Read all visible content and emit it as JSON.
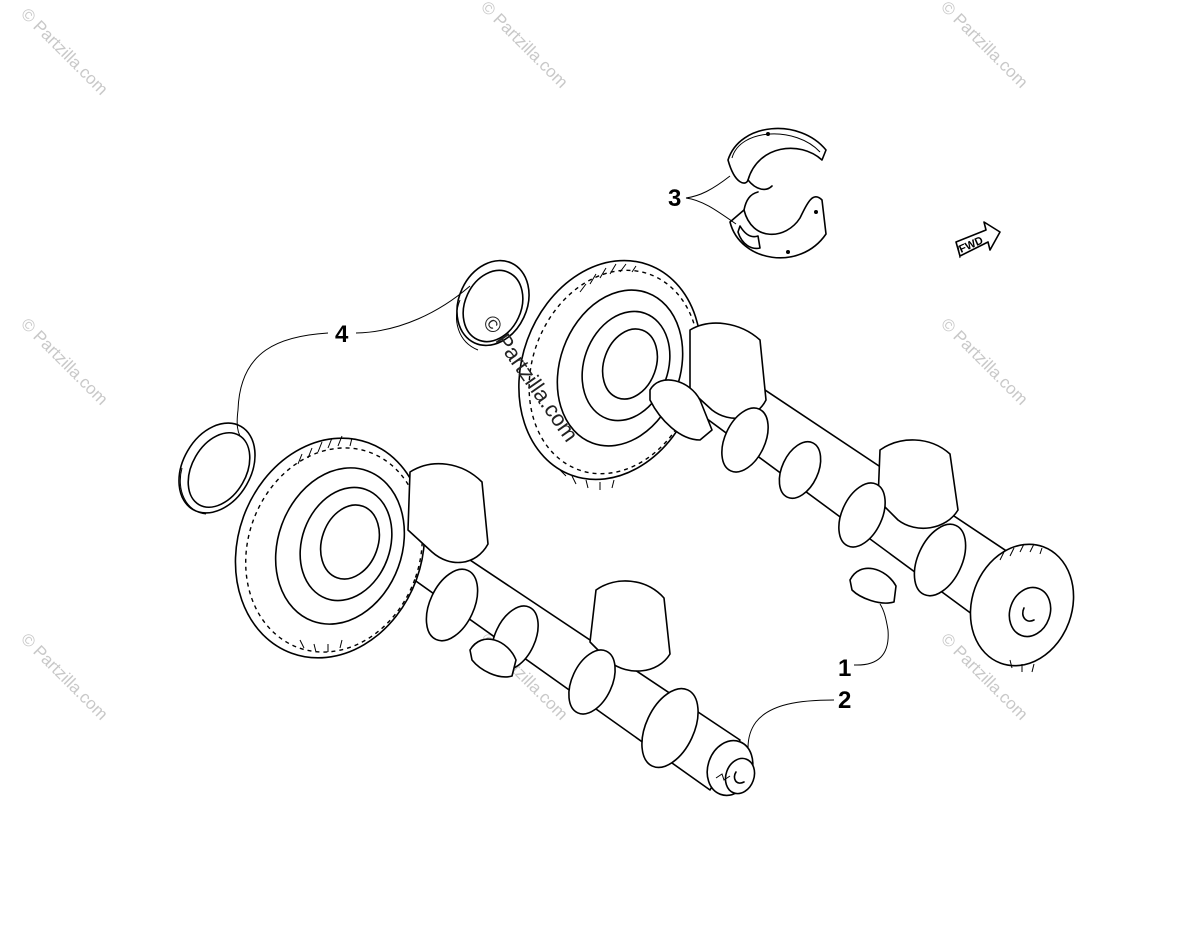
{
  "watermark": {
    "text": "© Partzilla.com",
    "center_text": "© Partzilla.com"
  },
  "callouts": {
    "item1": "1",
    "item2": "2",
    "item3": "3",
    "item4": "4"
  },
  "fwd_label": "FWD",
  "colors": {
    "line": "#000000",
    "background": "#ffffff",
    "watermark": "#c8c8c8"
  }
}
